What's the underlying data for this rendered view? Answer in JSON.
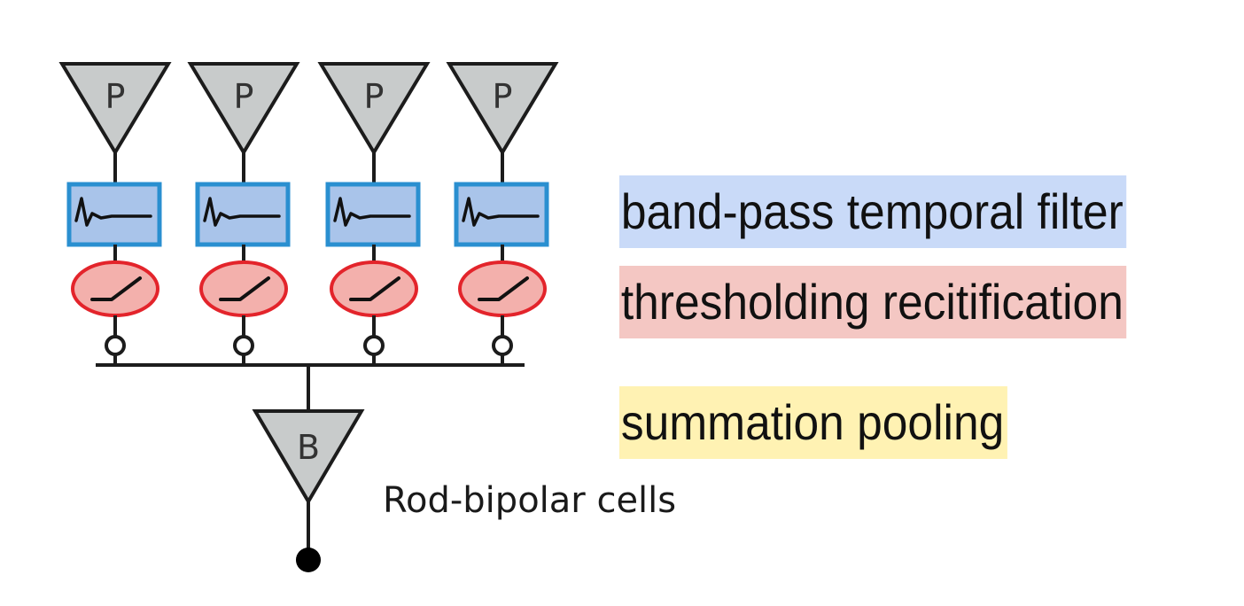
{
  "diagram": {
    "photoreceptor_letter": "P",
    "bipolar_letter": "B",
    "caption": "Rod-bipolar cells",
    "photoreceptor_count": 4
  },
  "legend": {
    "filter": "band-pass temporal filter",
    "rectification": "thresholding recitification",
    "pooling": "summation pooling"
  },
  "colors": {
    "filter_highlight": "#c9daf8",
    "rectification_highlight": "#f4c7c3",
    "pooling_highlight": "#fff2b3",
    "filter_box_stroke": "#2a8fd0",
    "rectifier_stroke": "#e3242b"
  }
}
